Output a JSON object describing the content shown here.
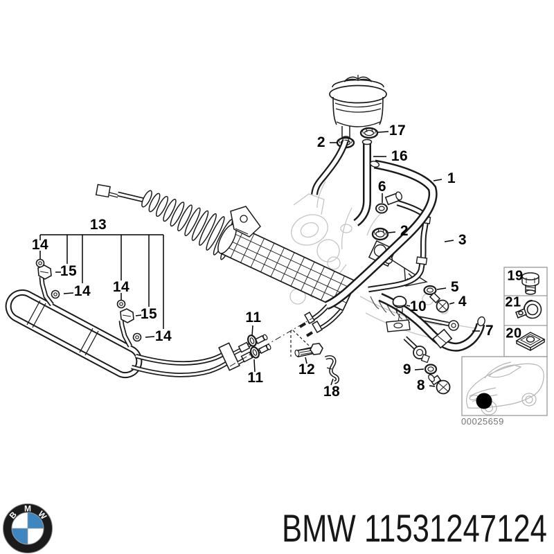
{
  "callouts": {
    "c1": "1",
    "c2a": "2",
    "c2b": "2",
    "c3": "3",
    "c4": "4",
    "c5": "5",
    "c6": "6",
    "c7": "7",
    "c8": "8",
    "c9": "9",
    "c10": "10",
    "c11a": "11",
    "c11b": "11",
    "c12": "12",
    "c13": "13",
    "c14a": "14",
    "c14b": "14",
    "c14c": "14",
    "c14d": "14",
    "c15a": "15",
    "c15b": "15",
    "c16": "16",
    "c17": "17",
    "c18": "18",
    "c19": "19",
    "c20": "20",
    "c21": "21"
  },
  "inset": {
    "image_code": "00025659"
  },
  "footer": {
    "brand": "BMW",
    "part_number": "11531247124",
    "logo_letters": [
      "B",
      "M",
      "W"
    ]
  },
  "colors": {
    "line": "#1a1a1a",
    "faint_line": "#c5c5c5",
    "logo_blue": "#3e86c0",
    "code_text": "#757575"
  }
}
